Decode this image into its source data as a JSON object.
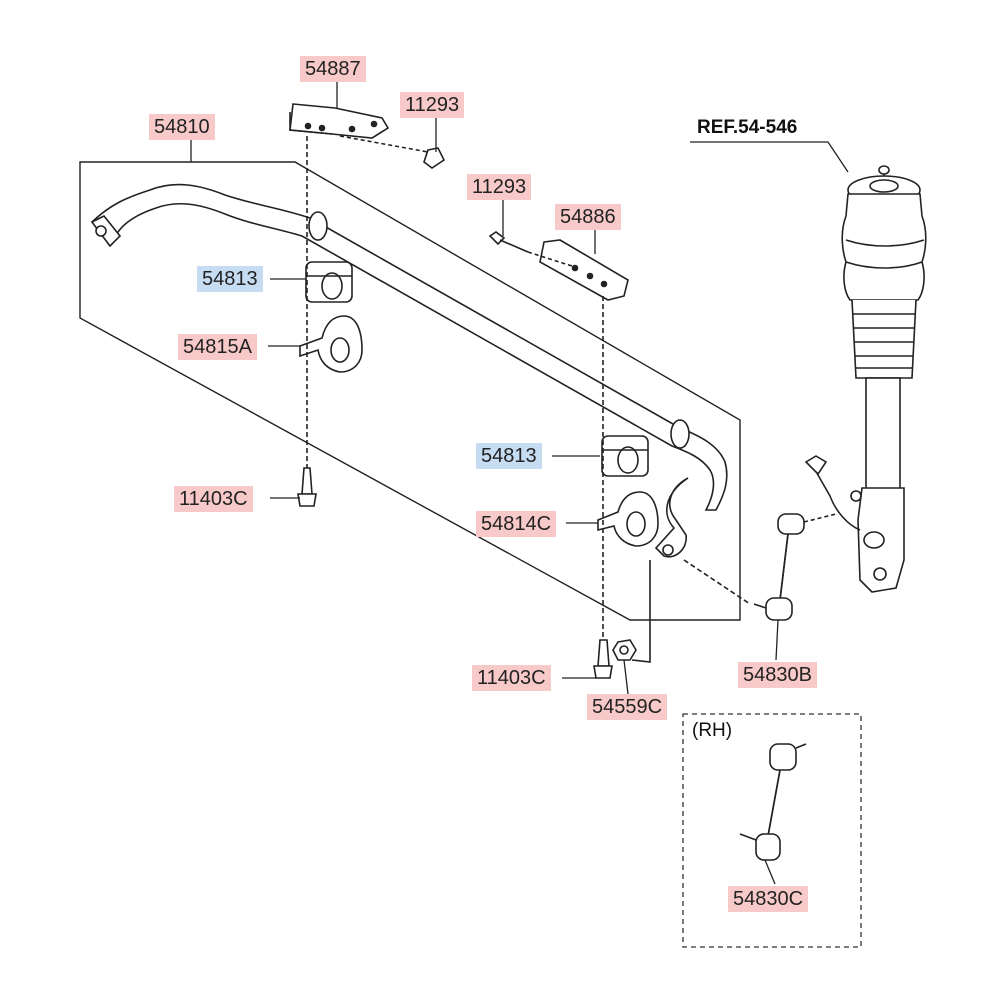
{
  "diagram": {
    "reference": "REF.54-546",
    "variant_note": "(RH)",
    "labels": {
      "stab_bar": "54810",
      "bracket_left": "54887",
      "bolt_top_left": "11293",
      "bolt_top_right": "11293",
      "bracket_right": "54886",
      "bushing_left": "54813",
      "bushing_right": "54813",
      "clamp_left": "54815A",
      "clamp_right": "54814C",
      "bolt_bottom_left": "11403C",
      "bolt_bottom_right": "11403C",
      "nut": "54559C",
      "link_left": "54830B",
      "link_rh": "54830C"
    },
    "colors": {
      "label_red": "#f7c9c9",
      "label_blue": "#c6dcf3",
      "line": "#222222"
    }
  }
}
